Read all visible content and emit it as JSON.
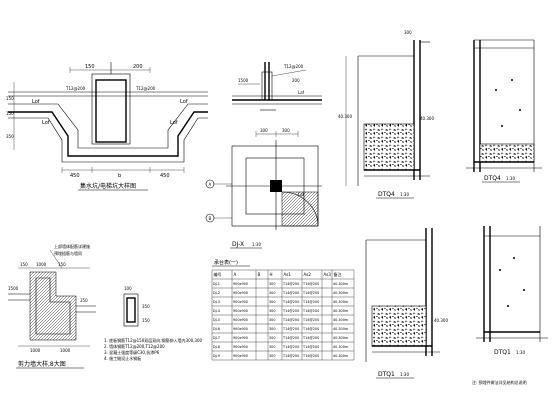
{
  "drawing": {
    "trench_detail": {
      "dims_top": [
        "150",
        "200"
      ],
      "dims_bottom": [
        "450",
        "b",
        "450"
      ],
      "left_rebar": "T12@200",
      "right_rebar": "T12@200",
      "depth": "350",
      "dims_side": [
        "150",
        "150"
      ],
      "lap_labels": [
        "Lof",
        "Lof",
        "Lof",
        "Lof"
      ],
      "caption": "集水坑/电梯坑大样图"
    },
    "wall_node_detail": {
      "dims": [
        "1500",
        "200"
      ],
      "rebar": "T12@200",
      "lap": "Laf"
    },
    "pit_plan": {
      "dims_top": [
        "300",
        "300"
      ],
      "axis_a": "A",
      "axis_b": "B",
      "note": "Laf",
      "caption": "DJ-X",
      "scale": "1:30"
    },
    "schedule": {
      "title": "承台表(一)",
      "headers": [
        "编号",
        "A",
        "B",
        "H",
        "As1",
        "As2",
        "As3",
        "备注"
      ],
      "rows": [
        [
          "DJ-1",
          "900x900",
          "",
          "300",
          "T14@200",
          "T14@200",
          "",
          "40.300m"
        ],
        [
          "DJ-2",
          "900x900",
          "",
          "300",
          "T14@200",
          "T14@200",
          "",
          "40.300m"
        ],
        [
          "DJ-3",
          "900x900",
          "",
          "300",
          "T14@200",
          "T14@200",
          "",
          "40.300m"
        ],
        [
          "DJ-4",
          "900x900",
          "",
          "300",
          "T14@200",
          "T14@200",
          "",
          "40.300m"
        ],
        [
          "DJ-5",
          "900x900",
          "",
          "300",
          "T14@200",
          "T14@200",
          "",
          "40.300m"
        ],
        [
          "DJ-6",
          "900x900",
          "",
          "300",
          "T14@200",
          "T14@200",
          "",
          "40.300m"
        ],
        [
          "DJ-7",
          "900x900",
          "",
          "300",
          "T14@200",
          "T14@200",
          "",
          "40.300m"
        ],
        [
          "DJ-8",
          "900x900",
          "",
          "300",
          "T14@200",
          "T14@200",
          "",
          "40.300m"
        ],
        [
          "DJ-9",
          "900x900",
          "",
          "300",
          "T14@200",
          "T14@200",
          "",
          "40.300m"
        ]
      ]
    },
    "wall_detail": {
      "callout_lines": [
        "上部墙体配筋详建施",
        "预埋插筋与墙同"
      ],
      "dims": [
        "150",
        "1000",
        "150",
        "1500",
        "350",
        "1000",
        "1000"
      ],
      "notes": [
        "1. 底板钢筋T12@150双层双向,钢筋伸入墙内300,300",
        "2. 墙体钢筋T12@200,T12@200",
        "3. 混凝土强度等级C30,抗渗P6",
        "4. 施工缝设止水钢板"
      ],
      "caption": "剪力墙大样,8大图"
    },
    "small_section": {
      "dims": [
        "100",
        "350",
        "150"
      ]
    },
    "section_a": {
      "elevations": [
        "40.300",
        "40.300"
      ],
      "top_dim": "300",
      "caption": "DTQ4",
      "scale": "1:30"
    },
    "section_b": {
      "caption": "DTQ4",
      "scale": "1:30"
    },
    "section_c": {
      "caption": "DTQ1",
      "scale": "1:30",
      "elevation": "40.300"
    },
    "section_d": {
      "caption": "DTQ1",
      "scale": "1:30"
    },
    "footer_note": "注: 预埋件做法详见结构总说明"
  }
}
